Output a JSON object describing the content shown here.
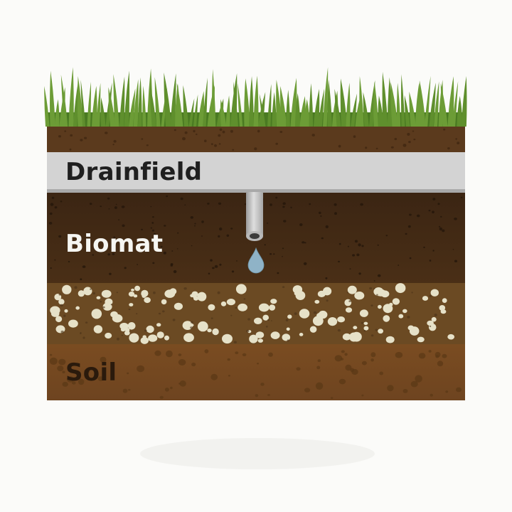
{
  "labels": {
    "drainfield": "Drainfield",
    "biomat": "Biomat",
    "soil": "Soil"
  },
  "colors": {
    "background": "#fbfbf9",
    "grass": "#5f8f2d",
    "grass_dark": "#4a7a22",
    "topsoil": "#5b3a1d",
    "drainfield": "#d3d3d3",
    "biomat": "#3a2412",
    "gravel_matrix": "#6b4a23",
    "gravel_stone": "#e6e1c8",
    "soil": "#7b4e22",
    "pipe": "#bcbcbc",
    "water_drop": "#8fb3c7"
  },
  "icons": {
    "pipe": "drain-pipe-icon",
    "drop": "water-drop-icon"
  }
}
